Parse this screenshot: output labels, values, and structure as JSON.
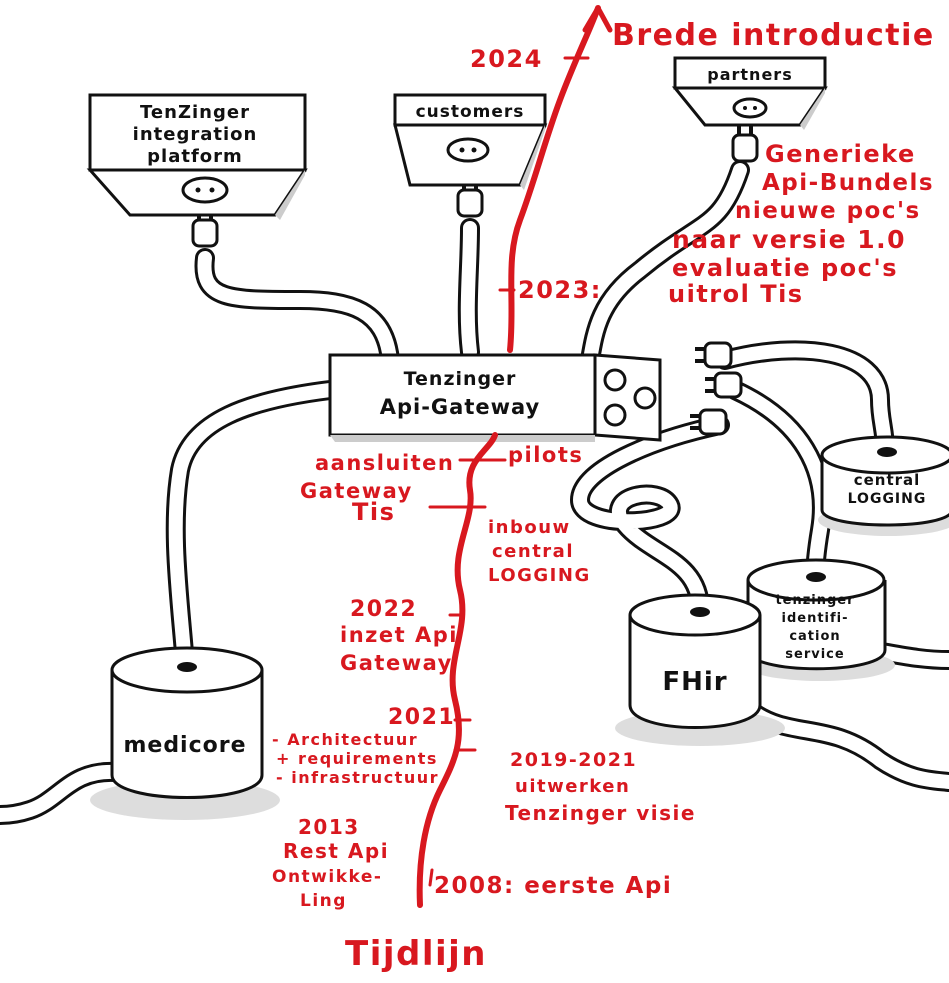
{
  "boxes": {
    "integration_platform": [
      "TenZinger",
      "integration",
      "platform"
    ],
    "customers": "customers",
    "partners": "partners",
    "gateway": [
      "Tenzinger",
      "Api-Gateway"
    ],
    "central_logging": [
      "central",
      "LOGGING"
    ],
    "identification_service": [
      "tenzinger",
      "identifi-",
      "cation",
      "service"
    ],
    "fhir": "FHir",
    "medicore": "medicore"
  },
  "timeline": {
    "top": "2024",
    "top_label": "Brede introductie",
    "upper": [
      "Generieke",
      "Api-Bundels",
      "nieuwe poc's",
      "naar versie 1.0",
      "evaluatie poc's",
      "uitrol Tis"
    ],
    "label_2023": "2023:",
    "aansluiten": [
      "aansluiten",
      "Gateway"
    ],
    "pilots": "pilots",
    "tis": "Tis",
    "inbouw": [
      "inbouw",
      "central",
      "LOGGING"
    ],
    "y2022": [
      "2022",
      "inzet Api",
      "Gateway"
    ],
    "y2021": [
      "2021",
      "- Architectuur",
      "+ requirements",
      "- infrastructuur"
    ],
    "y2019": [
      "2019-2021",
      "uitwerken",
      "Tenzinger visie"
    ],
    "y2013": [
      "2013",
      "Rest Api",
      "Ontwikke-",
      "Ling"
    ],
    "y2008": "2008: eerste Api",
    "bottom": "Tijdlijn"
  },
  "colors": {
    "timeline": "#d8181f",
    "ink": "#111111",
    "shadow": "#d9d9d9"
  }
}
